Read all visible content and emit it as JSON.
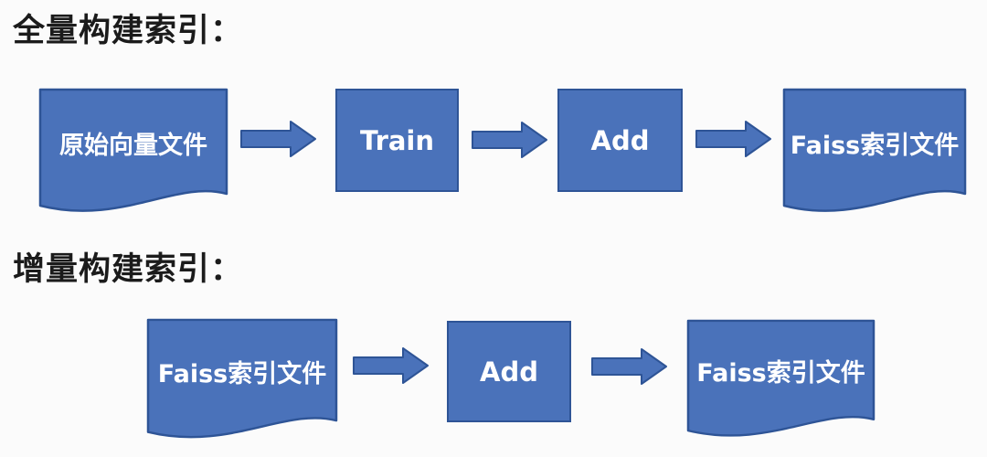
{
  "diagram": {
    "colors": {
      "shape_fill": "#4a72ba",
      "shape_border": "#2e5496",
      "shape_text": "#ffffff",
      "title_text": "#1b1b1b",
      "background": "#fbfbfb"
    },
    "flows": [
      {
        "title": "全量构建索引：",
        "nodes": [
          {
            "type": "document",
            "label": "原始向量文件"
          },
          {
            "type": "process",
            "label": "Train"
          },
          {
            "type": "process",
            "label": "Add"
          },
          {
            "type": "document",
            "label": "Faiss索引文件"
          }
        ]
      },
      {
        "title": "增量构建索引：",
        "nodes": [
          {
            "type": "document",
            "label": "Faiss索引文件"
          },
          {
            "type": "process",
            "label": "Add"
          },
          {
            "type": "document",
            "label": "Faiss索引文件"
          }
        ]
      }
    ]
  }
}
